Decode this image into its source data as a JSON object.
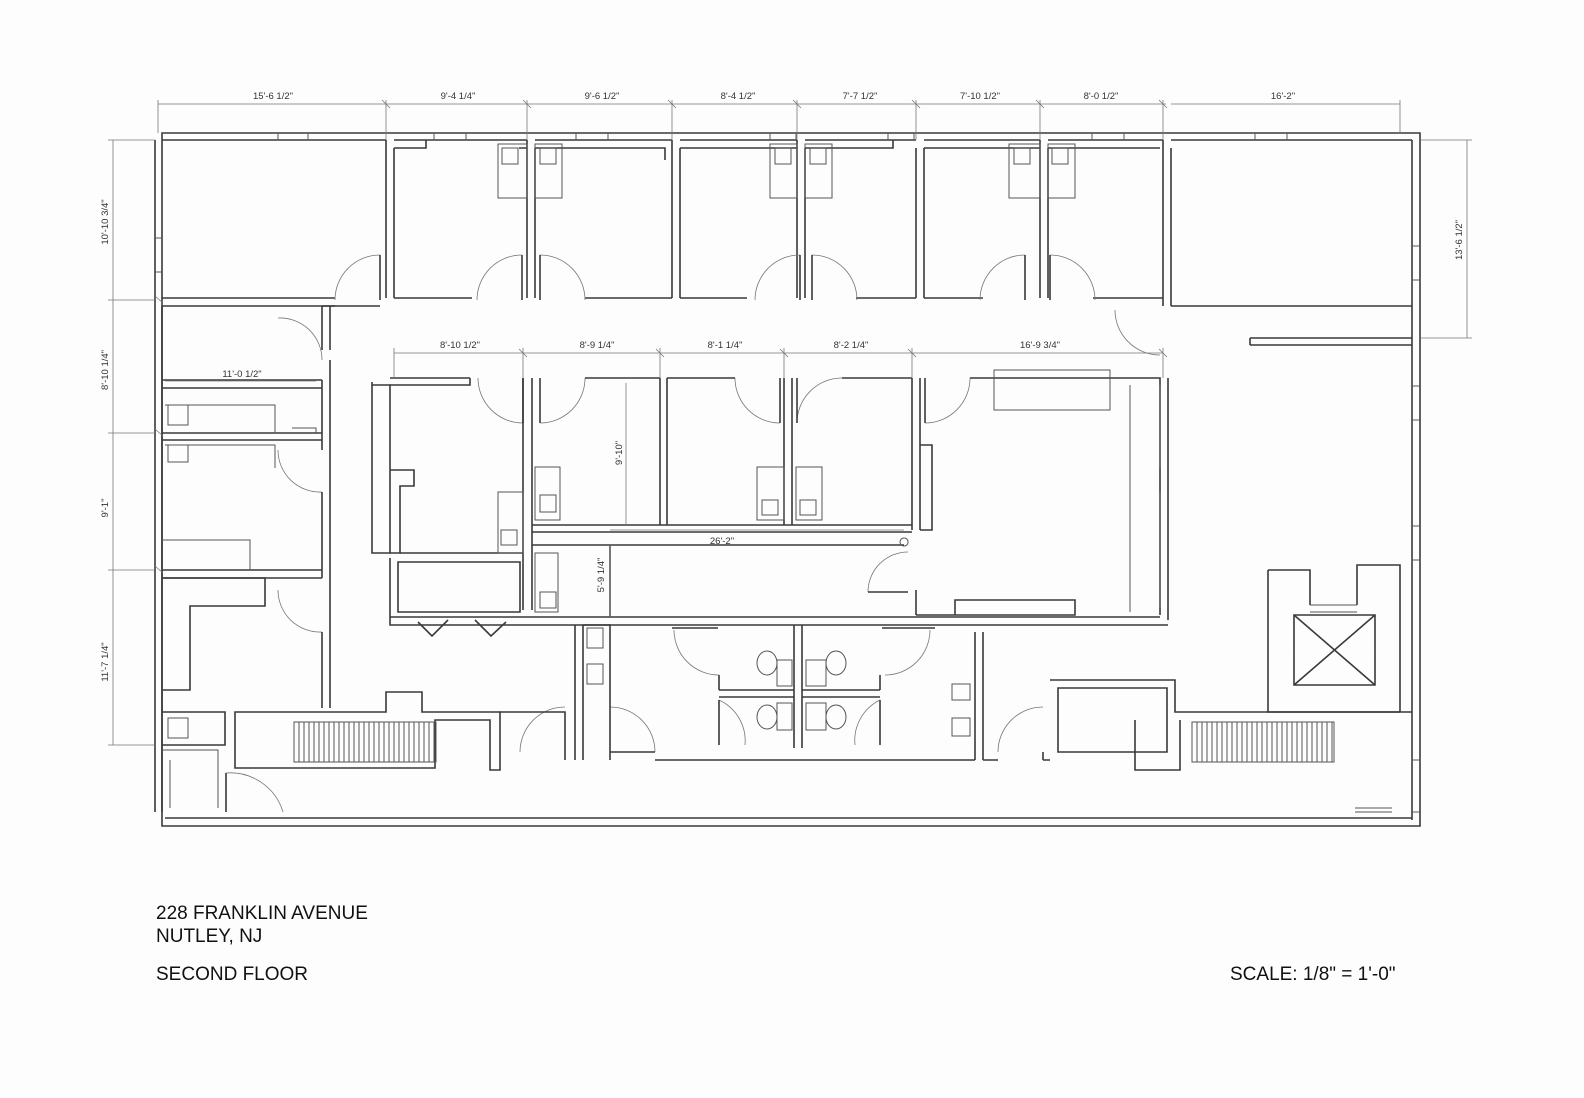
{
  "title_block": {
    "address_line1": "228 FRANKLIN AVENUE",
    "address_line2": "NUTLEY, NJ",
    "floor": "SECOND FLOOR",
    "scale": "SCALE: 1/8\" = 1'-0\""
  },
  "dimensions": {
    "top": [
      "15'-6 1/2\"",
      "9'-4 1/4\"",
      "9'-6 1/2\"",
      "8'-4 1/2\"",
      "7'-7 1/2\"",
      "7'-10 1/2\"",
      "8'-0 1/2\"",
      "16'-2\""
    ],
    "middle": [
      "8'-10 1/2\"",
      "8'-9 1/4\"",
      "8'-1 1/4\"",
      "8'-2 1/4\"",
      "16'-9 3/4\""
    ],
    "left": [
      "10'-10 3/4\"",
      "8'-10 1/4\"",
      "9'-1\"",
      "11'-7 1/4\""
    ],
    "right": "13'-6 1/2\"",
    "room": "11'-0 1/2\"",
    "corridor_height": "9'-10\"",
    "corridor_length": "26'-2\"",
    "corridor_width": "5'-9 1/4\""
  }
}
